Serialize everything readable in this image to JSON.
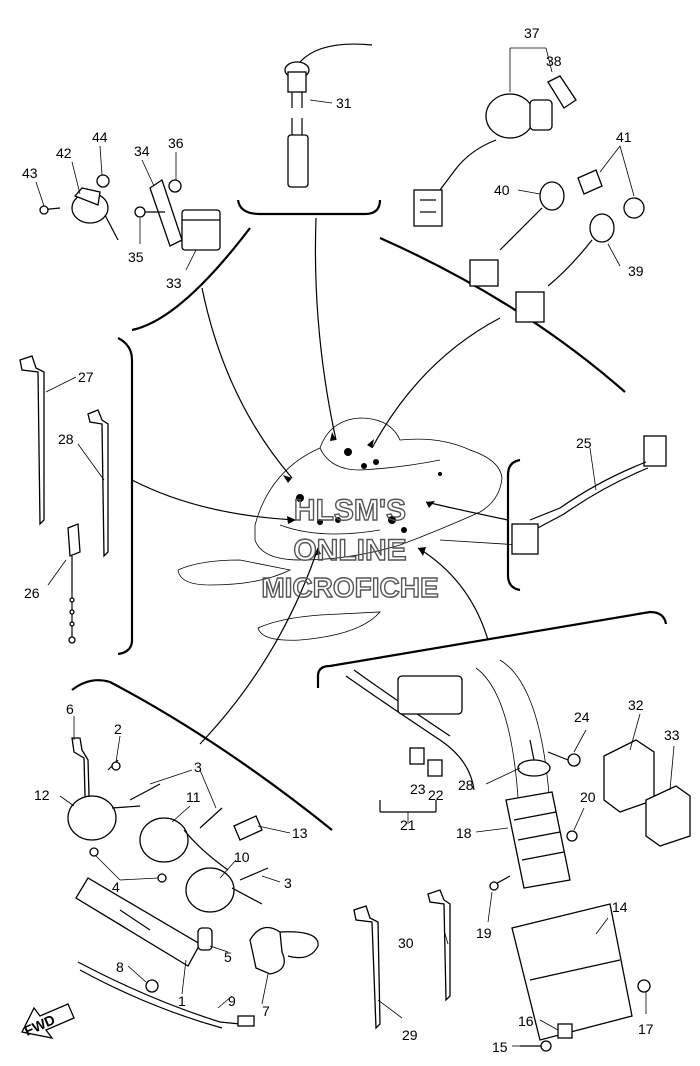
{
  "diagram": {
    "watermark": [
      "HLSM'S",
      "ONLINE",
      "MICROFICHE"
    ],
    "fwd_label": "FWD",
    "labels": [
      {
        "id": "1",
        "text": "1"
      },
      {
        "id": "2",
        "text": "2"
      },
      {
        "id": "3a",
        "text": "3"
      },
      {
        "id": "3b",
        "text": "3"
      },
      {
        "id": "4",
        "text": "4"
      },
      {
        "id": "5",
        "text": "5"
      },
      {
        "id": "6",
        "text": "6"
      },
      {
        "id": "7",
        "text": "7"
      },
      {
        "id": "8",
        "text": "8"
      },
      {
        "id": "9",
        "text": "9"
      },
      {
        "id": "10",
        "text": "10"
      },
      {
        "id": "11",
        "text": "11"
      },
      {
        "id": "12",
        "text": "12"
      },
      {
        "id": "13",
        "text": "13"
      },
      {
        "id": "14",
        "text": "14"
      },
      {
        "id": "15",
        "text": "15"
      },
      {
        "id": "16",
        "text": "16"
      },
      {
        "id": "17",
        "text": "17"
      },
      {
        "id": "18",
        "text": "18"
      },
      {
        "id": "19",
        "text": "19"
      },
      {
        "id": "20",
        "text": "20"
      },
      {
        "id": "21",
        "text": "21"
      },
      {
        "id": "22",
        "text": "22"
      },
      {
        "id": "23",
        "text": "23"
      },
      {
        "id": "24",
        "text": "24"
      },
      {
        "id": "25",
        "text": "25"
      },
      {
        "id": "26",
        "text": "26"
      },
      {
        "id": "27",
        "text": "27"
      },
      {
        "id": "28a",
        "text": "28"
      },
      {
        "id": "28b",
        "text": "28"
      },
      {
        "id": "29",
        "text": "29"
      },
      {
        "id": "30",
        "text": "30"
      },
      {
        "id": "31",
        "text": "31"
      },
      {
        "id": "32",
        "text": "32"
      },
      {
        "id": "33a",
        "text": "33"
      },
      {
        "id": "33b",
        "text": "33"
      },
      {
        "id": "34",
        "text": "34"
      },
      {
        "id": "35",
        "text": "35"
      },
      {
        "id": "36",
        "text": "36"
      },
      {
        "id": "37",
        "text": "37"
      },
      {
        "id": "38",
        "text": "38"
      },
      {
        "id": "39",
        "text": "39"
      },
      {
        "id": "40",
        "text": "40"
      },
      {
        "id": "41",
        "text": "41"
      },
      {
        "id": "42",
        "text": "42"
      },
      {
        "id": "43",
        "text": "43"
      },
      {
        "id": "44",
        "text": "44"
      }
    ]
  }
}
